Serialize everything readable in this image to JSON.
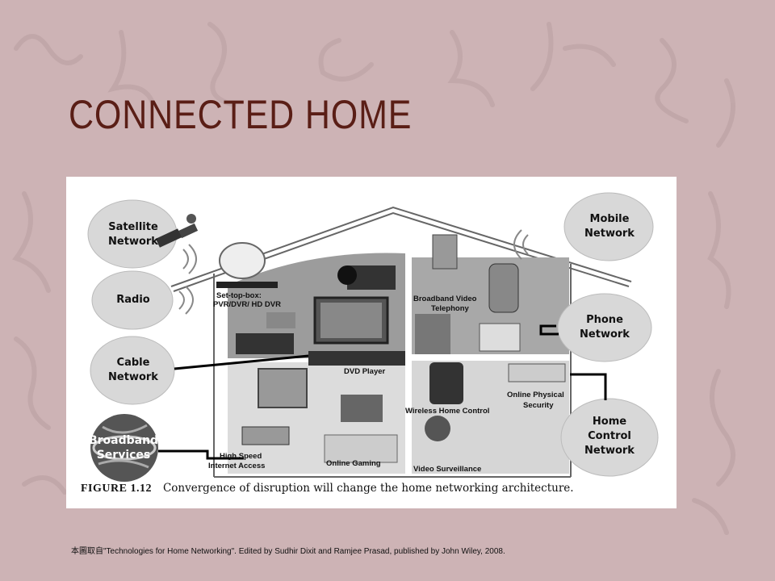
{
  "slide": {
    "title": "CONNECTED HOME",
    "source_note": "本圖取自\"Technologies for Home Networking\". Edited by Sudhir Dixit and Ramjee Prasad, published by John Wiley, 2008.",
    "background_color": "#cdb3b5",
    "title_color": "#5a1e16"
  },
  "figure": {
    "caption_number": "FIGURE 1.12",
    "caption_text": "Convergence of disruption will change the home networking architecture.",
    "external_networks": {
      "satellite": "Satellite Network",
      "radio": "Radio",
      "cable": "Cable Network",
      "broadband": "Broadband Services",
      "mobile": "Mobile Network",
      "phone": "Phone Network",
      "home_control": "Home Control Network"
    },
    "devices": {
      "set_top_box": "Set-top-box:",
      "set_top_box_types": "PVR/DVR/ HD DVR",
      "broadband_video": "Broadband Video",
      "telephony": "Telephony",
      "dvd_player": "DVD Player",
      "wireless_home_control": "Wireless Home Control",
      "online_physical": "Online Physical",
      "security": "Security",
      "high_speed": "High Speed",
      "internet_access": "Internet Access",
      "online_gaming": "Online Gaming",
      "video_surveillance": "Video Surveillance"
    }
  }
}
